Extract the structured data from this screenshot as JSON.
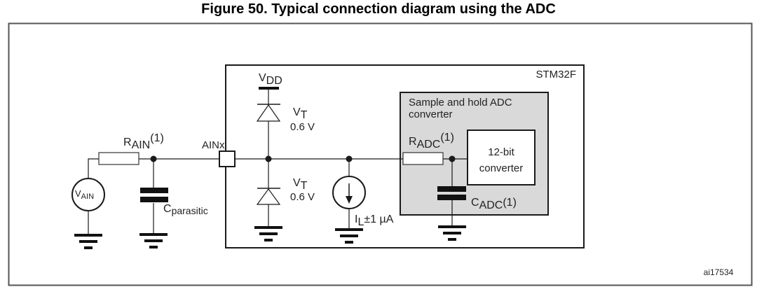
{
  "figure": {
    "title": "Figure 50. Typical connection diagram using the ADC",
    "id_code": "ai17534"
  },
  "labels": {
    "chip": "STM32F",
    "adc_block": [
      "Sample and hold ADC",
      "converter"
    ],
    "converter": [
      "12-bit",
      "converter"
    ],
    "pin": "AINx",
    "r_ain": {
      "main": "R",
      "sub": "AIN",
      "sup": "(1)"
    },
    "v_ain": {
      "main": "V",
      "sub": "AIN"
    },
    "c_parasitic": {
      "main": "C",
      "sub": "parasitic"
    },
    "vdd": {
      "main": "V",
      "sub": "DD"
    },
    "vt_top": {
      "main": "V",
      "sub": "T",
      "value": "0.6 V"
    },
    "vt_bottom": {
      "main": "V",
      "sub": "T",
      "value": "0.6 V"
    },
    "i_leak": {
      "main": "I",
      "sub": "L",
      "value": "±1 µA"
    },
    "r_adc": {
      "main": "R",
      "sub": "ADC",
      "sup": "(1)"
    },
    "c_adc": {
      "main": "C",
      "sub": "ADC",
      "sup": "(1)"
    }
  },
  "colors": {
    "line": "#1a1a1a",
    "adc_fill": "#d9d9d9",
    "frame": "#555555"
  }
}
